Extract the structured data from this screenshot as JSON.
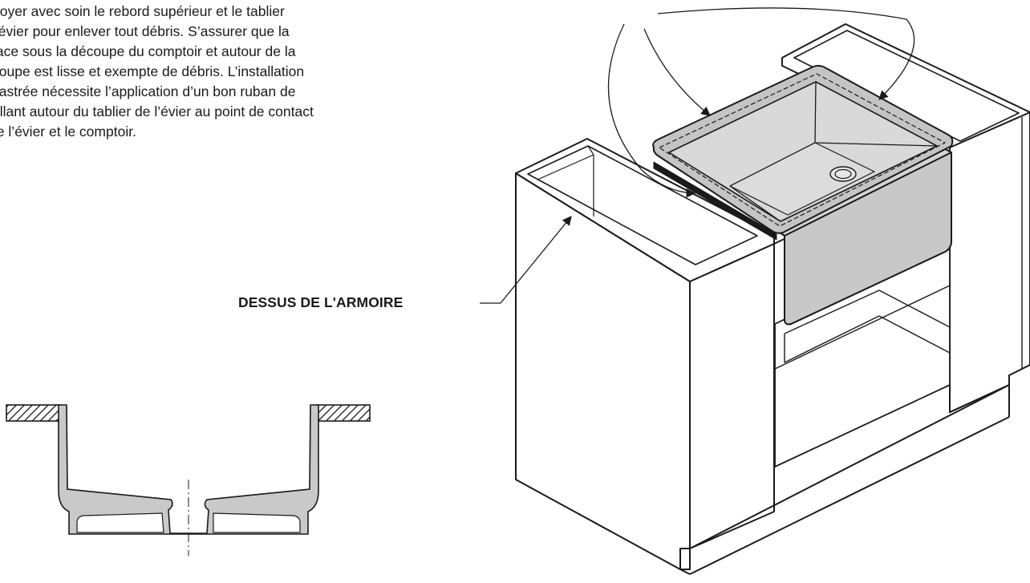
{
  "instructions": {
    "lines": [
      "ttoyer avec soin le rebord supérieur et le tablier",
      "l’évier pour enlever tout débris. S’assurer que la",
      "face sous la découpe du comptoir et autour de la",
      "coupe est lisse et exempte de débris. L’installation",
      "castrée nécessite l’application d’un bon ruban de",
      "ellant autour du tablier de l’évier au point de contact",
      "re l’évier et le comptoir."
    ]
  },
  "callout": {
    "cabinet_top_label": "DESSUS DE L'ARMOIRE"
  },
  "colors": {
    "line": "#1a1a1a",
    "sink_fill": "#d4d4d4",
    "sink_rim": "#c4c4c4",
    "section_fill": "#c9c9c9"
  }
}
